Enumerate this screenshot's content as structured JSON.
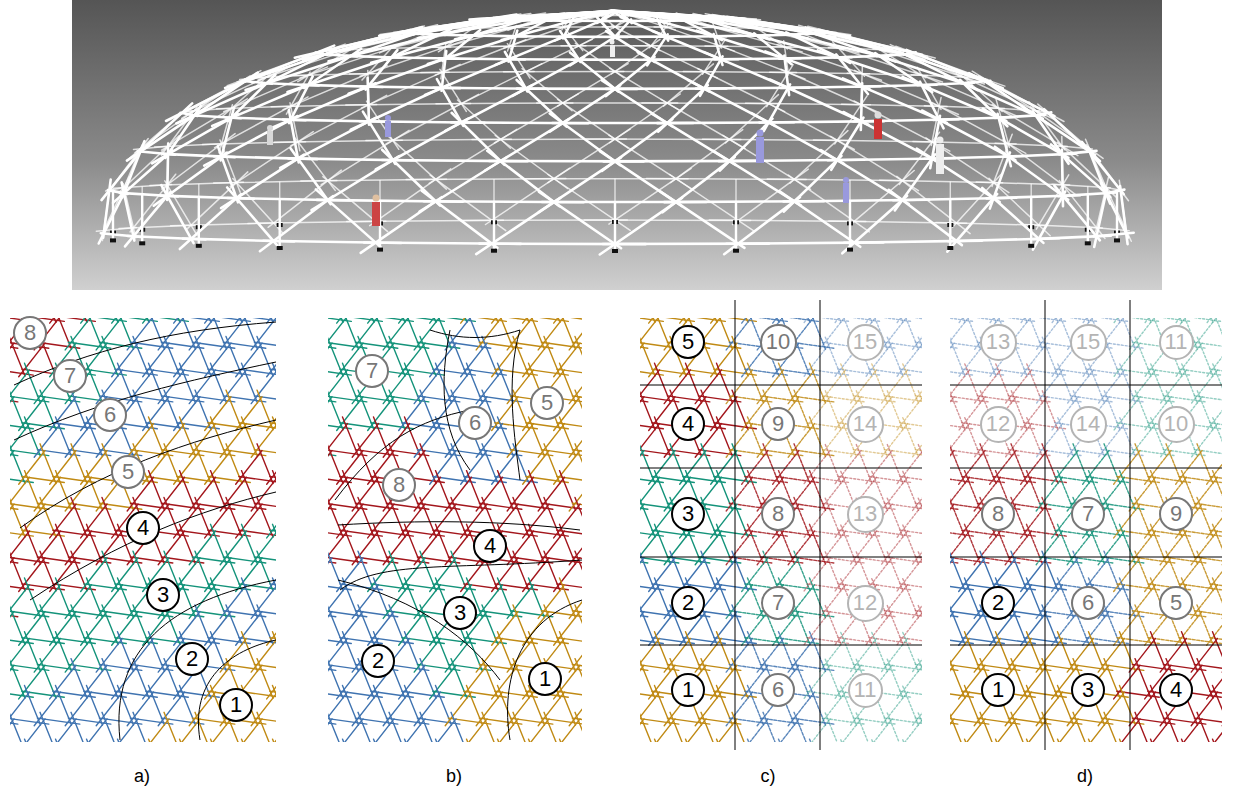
{
  "diagram": {
    "nodes": [
      {
        "text": [
          "8"
        ]
      },
      {
        "text": [
          "7"
        ]
      },
      {
        "text": [
          "6"
        ]
      },
      {
        "text": [
          "5"
        ]
      },
      {
        "text": [
          "4"
        ]
      },
      {
        "text": [
          "3"
        ]
      },
      {
        "text": [
          "2"
        ]
      },
      {
        "text": [
          "1"
        ]
      },
      {
        "text": [
          "7"
        ]
      },
      {
        "text": [
          "5"
        ]
      },
      {
        "text": [
          "6"
        ]
      },
      {
        "text": [
          "8"
        ]
      },
      {
        "text": [
          "4"
        ]
      },
      {
        "text": [
          "3"
        ]
      },
      {
        "text": [
          "2"
        ]
      },
      {
        "text": [
          "1"
        ]
      },
      {
        "text": [
          "5"
        ]
      },
      {
        "text": [
          "10"
        ]
      },
      {
        "text": [
          "15"
        ]
      },
      {
        "text": [
          "4"
        ]
      },
      {
        "text": [
          "9"
        ]
      },
      {
        "text": [
          "14"
        ]
      },
      {
        "text": [
          "3"
        ]
      },
      {
        "text": [
          "8"
        ]
      },
      {
        "text": [
          "13"
        ]
      },
      {
        "text": [
          "2"
        ]
      },
      {
        "text": [
          "7"
        ]
      },
      {
        "text": [
          "12"
        ]
      },
      {
        "text": [
          "1"
        ]
      },
      {
        "text": [
          "6"
        ]
      },
      {
        "text": [
          "11"
        ]
      },
      {
        "text": [
          "13"
        ]
      },
      {
        "text": [
          "15"
        ]
      },
      {
        "text": [
          "11"
        ]
      },
      {
        "text": [
          "12"
        ]
      },
      {
        "text": [
          "14"
        ]
      },
      {
        "text": [
          "10"
        ]
      },
      {
        "text": [
          "8"
        ]
      },
      {
        "text": [
          "7"
        ]
      },
      {
        "text": [
          "9"
        ]
      },
      {
        "text": [
          "2"
        ]
      },
      {
        "text": [
          "6"
        ]
      },
      {
        "text": [
          "5"
        ]
      },
      {
        "text": [
          "1"
        ]
      },
      {
        "text": [
          "3"
        ]
      },
      {
        "text": [
          "4"
        ]
      }
    ],
    "labels": [
      "a)",
      "b)",
      "c)",
      "d)"
    ]
  }
}
